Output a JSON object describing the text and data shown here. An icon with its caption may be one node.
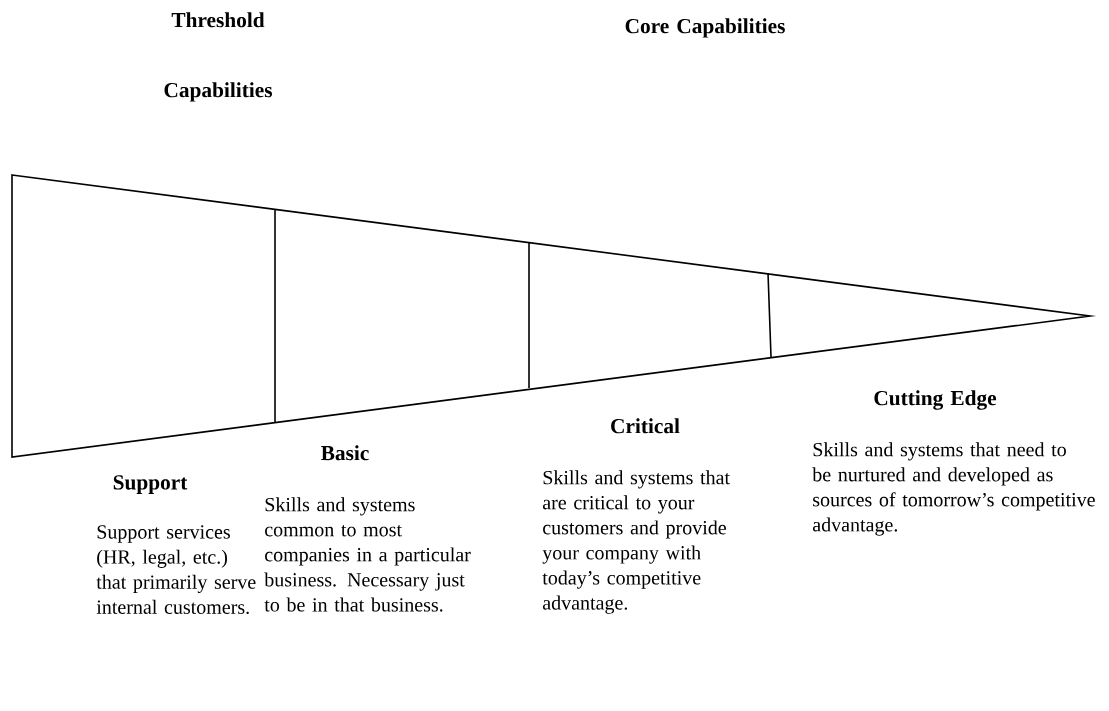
{
  "diagram": {
    "labels": [
      "Threshold Capabilities",
      "Core Capabilities",
      "Support",
      "Support services (HR, legal, etc.) that primarily serve internal customers.",
      "Basic",
      "Skills and systems common to most companies in a particular business. Necessary just to be in that business.",
      "Critical",
      "Skills and systems that are critical to your customers and provide your company with today’s competitive advantage.",
      "Cutting Edge",
      "Skills and systems that need to be nurtured and developed as sources of tomorrow’s competitive advantage."
    ]
  }
}
